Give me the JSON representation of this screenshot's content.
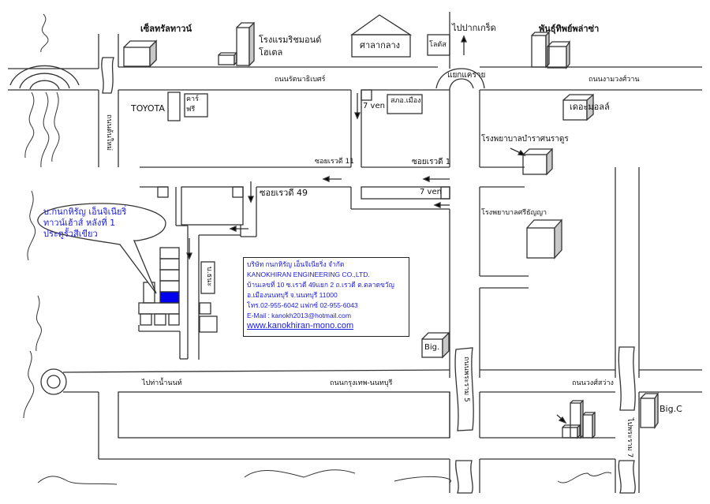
{
  "map": {
    "type": "location-map",
    "colors": {
      "line": "#333333",
      "highlight": "#0000ee",
      "info_text": "#1a1adf",
      "shade": "#c8c8c8"
    },
    "landmarks": {
      "central_town": "เซ็ลทรัลทาวน์",
      "hotel_line1": "โรงแรมริชมอนด์",
      "hotel_line2": "โฮเตล",
      "city_hall": "ศาลากลาง",
      "lotus": "โลตัส",
      "pantip": "พันธุ์ทิพย์พล่าซ่า",
      "the_mall": "เดอะมอลล์",
      "toyota": "TOYOTA",
      "car_free_line1": "คาร์",
      "car_free_line2": "ฟรี",
      "police": "สภอ.เมือง",
      "seven_1": "7 ven",
      "seven_2": "7 ven",
      "hospital_1": "โรงพยาบาลบำราศนราดูร",
      "hospital_2": "โรงพยาบาลศรีธัญญา",
      "big_1": "Big.",
      "big_c": "Big.C",
      "side_box": "บ.ธนะ"
    },
    "roads": {
      "rattanathibet": "ถนนรัตนาธิเบศร์",
      "ngamwongwan": "ถนนงามวงศ์วาน",
      "krungthep_nonthaburi": "ถนนกรุงเทพ-นนทบุรี",
      "wongsawang": "ถนนวงศ์สว่าง",
      "left_vertical": "ถนนต้นใหม่",
      "phra_ram_5": "ถนนพระราม 5",
      "phra_ram_7": "ไปพระราม 7",
      "soi_reverse_11": "ซอยเรวดี 11",
      "soi_reverse_1": "ซอยเรวดี 1",
      "soi_reverse_49": "ซอยเรวดี 49",
      "to_pak_kret": "ไปปากเกร็ด",
      "to_tha_nam_non": "ไปท่าน้ำนนท์",
      "khae_rai_junction": "แยกแคราย"
    },
    "callout": {
      "line1": "บ.กนกหิรัญ เอ็นจิเนียริ่",
      "line2": "ทาวน์เฮ้าส์ หลังที่ 1",
      "line3": "ประตูรั้วสีเขียว"
    },
    "company_info": {
      "name_th": "บริษัท กนกหิรัญ เอ็นจิเนียริ่ง จำกัด",
      "name_en": "KANOKHIRAN ENGINEERING CO.,LTD.",
      "address1": "บ้านเลขที่ 10 ซ.เรวดี 49แยก 2 ถ.เรวดี ต.ตลาดขวัญ",
      "address2": "อ.เมืองนนทบุรี จ.นนทบุรี 11000",
      "phone": "โทร.02-955-6042 แฟกซ์ 02-955-6043",
      "email": "E-Mail : kanokh2013@hotmail.com",
      "website": "www.kanokhiran-mono.com"
    }
  }
}
